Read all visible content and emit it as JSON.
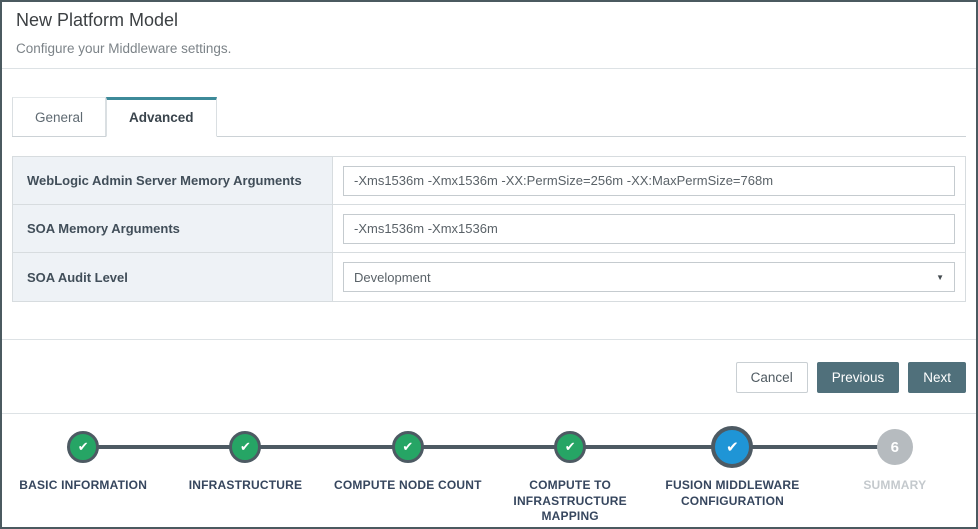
{
  "header": {
    "title": "New Platform Model",
    "subtitle": "Configure your Middleware settings."
  },
  "tabs": [
    {
      "label": "General",
      "active": false
    },
    {
      "label": "Advanced",
      "active": true
    }
  ],
  "form": {
    "rows": [
      {
        "label": "WebLogic Admin Server Memory Arguments",
        "type": "text",
        "value": "-Xms1536m -Xmx1536m -XX:PermSize=256m -XX:MaxPermSize=768m"
      },
      {
        "label": "SOA Memory Arguments",
        "type": "text",
        "value": "-Xms1536m -Xmx1536m"
      },
      {
        "label": "SOA Audit Level",
        "type": "select",
        "value": "Development"
      }
    ]
  },
  "buttons": {
    "cancel": "Cancel",
    "previous": "Previous",
    "next": "Next"
  },
  "stepper": {
    "steps": [
      {
        "label": "BASIC INFORMATION",
        "state": "completed"
      },
      {
        "label": "INFRASTRUCTURE",
        "state": "completed"
      },
      {
        "label": "COMPUTE NODE COUNT",
        "state": "completed"
      },
      {
        "label": "COMPUTE TO INFRASTRUCTURE MAPPING",
        "state": "completed"
      },
      {
        "label": "FUSION MIDDLEWARE CONFIGURATION",
        "state": "current"
      },
      {
        "label": "SUMMARY",
        "state": "upcoming",
        "number": "6"
      }
    ]
  },
  "icons": {
    "check": "✔",
    "caret": "▼"
  },
  "colors": {
    "accent_teal": "#3d8a99",
    "button_dark": "#50707b",
    "step_completed_green": "#26a565",
    "step_current_blue": "#1f95d6",
    "step_ring": "#4d5a63",
    "step_upcoming_gray": "#b6bbbf",
    "label_cell_bg": "#eef2f6",
    "outer_border": "#4b5a60"
  }
}
